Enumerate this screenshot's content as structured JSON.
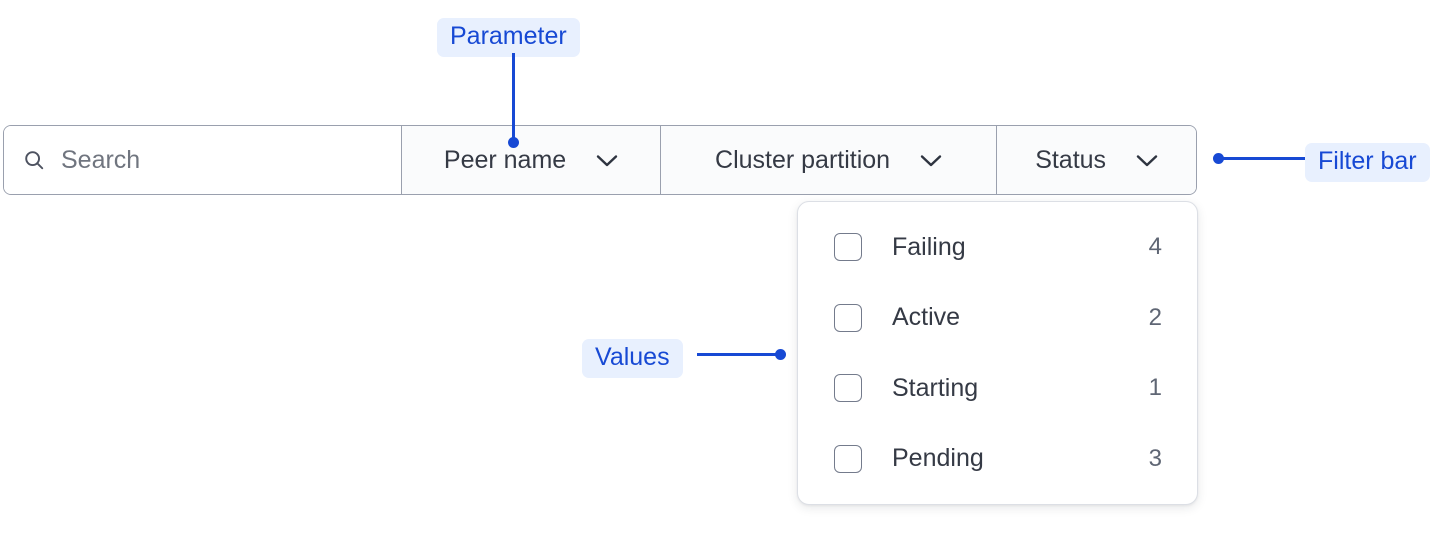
{
  "filter_bar": {
    "search": {
      "icon": "search-icon",
      "placeholder": "Search",
      "value": ""
    },
    "filters": [
      {
        "id": "peer-name",
        "label": "Peer name",
        "icon": "chevron-down-icon",
        "expanded": false
      },
      {
        "id": "cluster-partition",
        "label": "Cluster partition",
        "icon": "chevron-down-icon",
        "expanded": false
      },
      {
        "id": "status",
        "label": "Status",
        "icon": "chevron-down-icon",
        "expanded": true
      }
    ]
  },
  "values_panel": {
    "open_for": "Status",
    "items": [
      {
        "label": "Failing",
        "count": "4",
        "checked": false
      },
      {
        "label": "Active",
        "count": "2",
        "checked": false
      },
      {
        "label": "Starting",
        "count": "1",
        "checked": false
      },
      {
        "label": "Pending",
        "count": "3",
        "checked": false
      }
    ]
  },
  "annotations": [
    {
      "id": "parameter",
      "label": "Parameter"
    },
    {
      "id": "values",
      "label": "Values"
    },
    {
      "id": "filter-bar",
      "label": "Filter bar"
    }
  ],
  "colors": {
    "annotation_text": "#1749d4",
    "annotation_badge_bg": "#e8f0fe",
    "bar_border": "#9aa0ae",
    "bar_bg": "#fafbfc",
    "text_primary": "#353a45",
    "text_muted": "#5f6674",
    "placeholder": "#70757f",
    "checkbox_border": "#747b8c",
    "panel_border": "#dcdfe5"
  }
}
